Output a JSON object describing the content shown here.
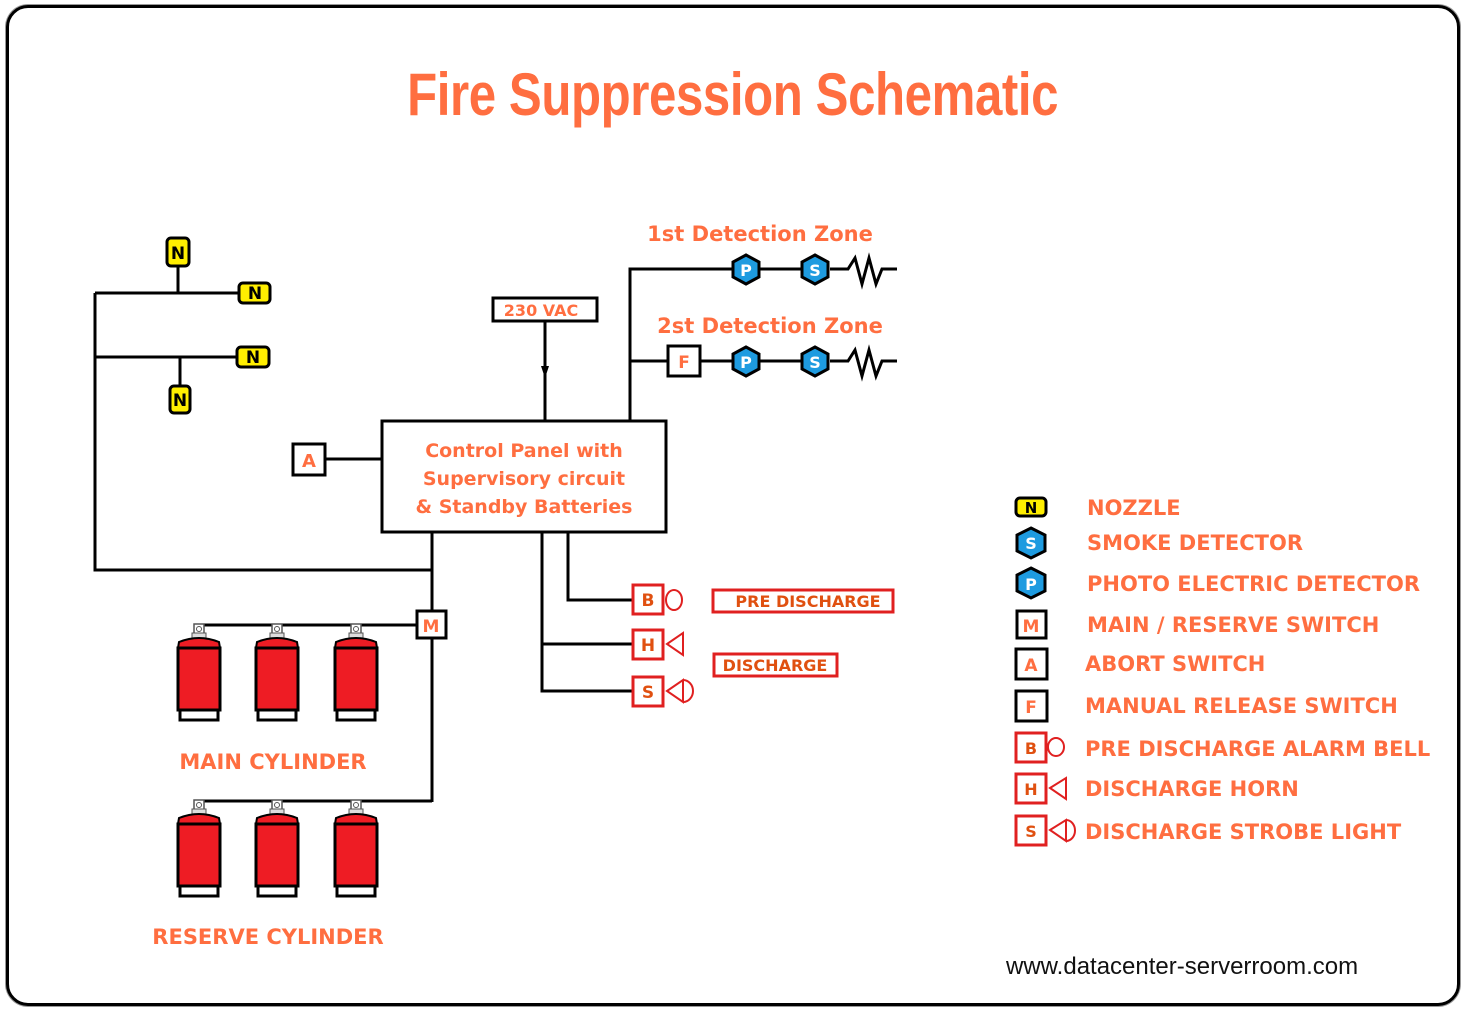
{
  "title": "Fire Suppression Schematic",
  "colors": {
    "accent": "#ff6e40",
    "line": "#000000",
    "nozzle": "#ffee00",
    "detector": "#1e9be0",
    "alarm": "#e02020",
    "cylinder": "#ee1c24"
  },
  "power_source": "230 VAC",
  "control_panel": {
    "line1": "Control Panel with",
    "line2": "Supervisory circuit",
    "line3": "& Standby Batteries"
  },
  "zones": [
    {
      "label": "1st Detection Zone",
      "devices": [
        "P",
        "S"
      ]
    },
    {
      "label": "2st Detection Zone",
      "devices": [
        "F",
        "P",
        "S"
      ]
    }
  ],
  "nozzles": [
    "N",
    "N",
    "N",
    "N"
  ],
  "abort_switch": "A",
  "main_reserve_switch": "M",
  "manual_release": "F",
  "alarms": {
    "bell": "B",
    "horn": "H",
    "strobe": "S",
    "pre_discharge_label": "PRE DISCHARGE",
    "discharge_label": "DISCHARGE"
  },
  "cylinders": {
    "main_label": "MAIN CYLINDER",
    "reserve_label": "RESERVE CYLINDER",
    "main_count": 3,
    "reserve_count": 3
  },
  "legend": [
    {
      "symbol": "N",
      "icon": "nozzle-icon",
      "label": "NOZZLE"
    },
    {
      "symbol": "S",
      "icon": "smoke-detector-icon",
      "label": "SMOKE DETECTOR"
    },
    {
      "symbol": "P",
      "icon": "photo-electric-detector-icon",
      "label": "PHOTO ELECTRIC DETECTOR"
    },
    {
      "symbol": "M",
      "icon": "main-reserve-switch-icon",
      "label": "MAIN / RESERVE SWITCH"
    },
    {
      "symbol": "A",
      "icon": "abort-switch-icon",
      "label": "ABORT SWITCH"
    },
    {
      "symbol": "F",
      "icon": "manual-release-switch-icon",
      "label": "MANUAL RELEASE SWITCH"
    },
    {
      "symbol": "B",
      "icon": "alarm-bell-icon",
      "label": "PRE DISCHARGE ALARM BELL"
    },
    {
      "symbol": "H",
      "icon": "horn-icon",
      "label": "DISCHARGE HORN"
    },
    {
      "symbol": "S",
      "icon": "strobe-light-icon",
      "label": "DISCHARGE STROBE LIGHT"
    }
  ],
  "watermark": "www.datacenter-serverroom.com"
}
